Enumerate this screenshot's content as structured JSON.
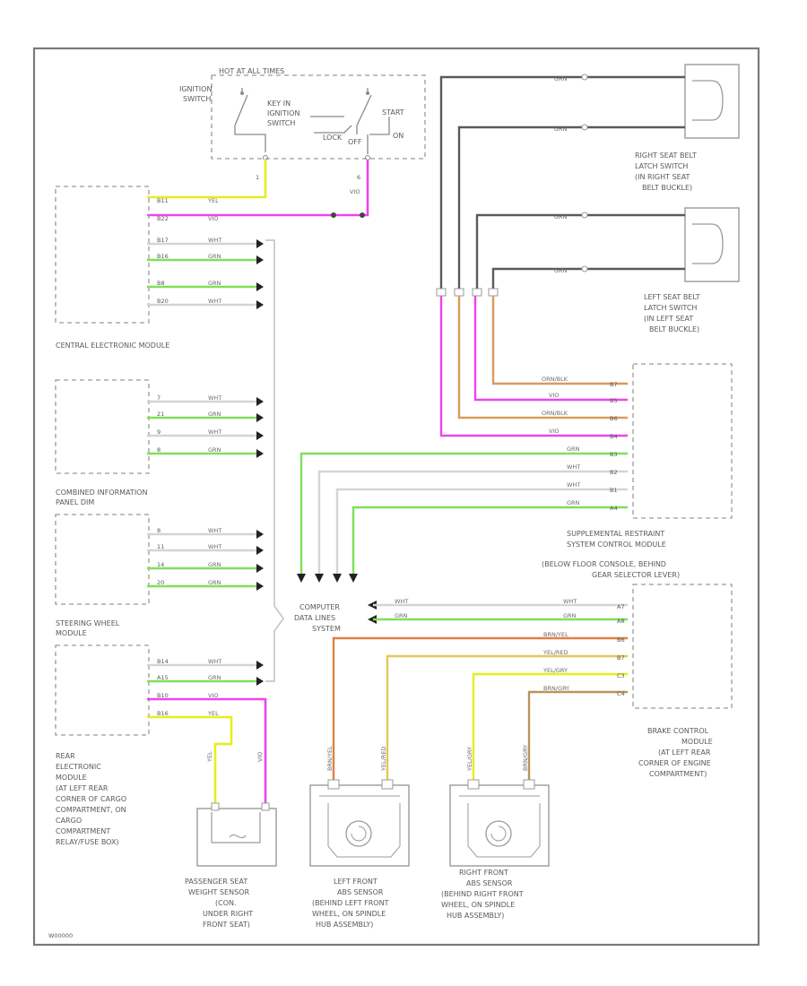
{
  "components": {
    "ignition": {
      "header": "HOT AT ALL TIMES",
      "switch_label": [
        "IGNITION",
        "SWITCH"
      ],
      "key_in": [
        "KEY IN",
        "IGNITION",
        "SWITCH"
      ],
      "lock": "LOCK",
      "start": "START",
      "on": "ON",
      "off": "OFF",
      "pin_left": "1",
      "pin_right": "6"
    },
    "central_module": {
      "label": [
        "CENTRAL ELECTRONIC MODULE"
      ],
      "pins": [
        {
          "pin": "B11",
          "color": "YEL"
        },
        {
          "pin": "B22",
          "color": "VIO"
        },
        {
          "pin": "B17",
          "color": "WHT"
        },
        {
          "pin": "B16",
          "color": "GRN"
        },
        {
          "pin": "B8",
          "color": "GRN"
        },
        {
          "pin": "B20",
          "color": "WHT"
        }
      ]
    },
    "cim": {
      "label": [
        "COMBINED INFORMATION",
        "PANEL DIM"
      ],
      "pins": [
        {
          "pin": "7",
          "color": "WHT"
        },
        {
          "pin": "21",
          "color": "GRN"
        },
        {
          "pin": "9",
          "color": "WHT"
        },
        {
          "pin": "8",
          "color": "GRN"
        }
      ]
    },
    "swm": {
      "label": [
        "STEERING WHEEL",
        "MODULE"
      ],
      "pins": [
        {
          "pin": "8",
          "color": "WHT"
        },
        {
          "pin": "11",
          "color": "WHT"
        },
        {
          "pin": "14",
          "color": "GRN"
        },
        {
          "pin": "20",
          "color": "GRN"
        }
      ]
    },
    "rem": {
      "label": [
        "REAR",
        "ELECTRONIC",
        "MODULE",
        "(AT LEFT REAR",
        "CORNER OF CARGO",
        "COMPARTMENT, ON",
        "CARGO",
        "COMPARTMENT",
        "RELAY/FUSE BOX)"
      ],
      "pins": [
        {
          "pin": "B14",
          "color": "WHT"
        },
        {
          "pin": "A15",
          "color": "GRN"
        },
        {
          "pin": "B10",
          "color": "VIO"
        },
        {
          "pin": "B16",
          "color": "YEL"
        }
      ]
    },
    "right_belt": {
      "label": [
        "RIGHT SEAT BELT",
        "LATCH SWITCH",
        "(IN RIGHT SEAT",
        "BELT BUCKLE)"
      ]
    },
    "left_belt": {
      "label": [
        "LEFT SEAT BELT",
        "LATCH SWITCH",
        "(IN LEFT SEAT",
        "BELT BUCKLE)"
      ]
    },
    "srs": {
      "label": [
        "SUPPLEMENTAL RESTRAINT",
        "SYSTEM CONTROL MODULE",
        "(BELOW FLOOR CONSOLE, BEHIND",
        "GEAR SELECTOR LEVER)"
      ],
      "pins": [
        {
          "pin": "B7",
          "color": "ORN/BLK"
        },
        {
          "pin": "B5",
          "color": "VIO"
        },
        {
          "pin": "B6",
          "color": "ORN/BLK"
        },
        {
          "pin": "B4",
          "color": "VIO"
        },
        {
          "pin": "B3",
          "color": "GRN"
        },
        {
          "pin": "B2",
          "color": "WHT"
        },
        {
          "pin": "B1",
          "color": "WHT"
        },
        {
          "pin": "A4",
          "color": "GRN"
        }
      ]
    },
    "cdl": {
      "label": [
        "COMPUTER",
        "DATA LINES",
        "SYSTEM"
      ]
    },
    "bcm": {
      "label": [
        "BRAKE CONTROL",
        "MODULE",
        "(AT LEFT REAR",
        "CORNER OF ENGINE",
        "COMPARTMENT)"
      ],
      "pins": [
        {
          "pin": "A7",
          "color": "WHT"
        },
        {
          "pin": "A8",
          "color": "GRN"
        },
        {
          "pin": "B6",
          "color": "BRN/YEL"
        },
        {
          "pin": "B7",
          "color": "YEL/RED"
        },
        {
          "pin": "C3",
          "color": "YEL/GRY"
        },
        {
          "pin": "C4",
          "color": "BRN/GRY"
        }
      ]
    },
    "pass_sensor": {
      "label": [
        "PASSENGER SEAT",
        "WEIGHT SENSOR",
        "(CON.",
        "UNDER RIGHT",
        "FRONT SEAT)"
      ]
    },
    "left_abs": {
      "label": [
        "LEFT FRONT",
        "ABS SENSOR",
        "(BEHIND LEFT FRONT",
        "WHEEL, ON SPINDLE",
        "HUB ASSEMBLY)"
      ],
      "wires": [
        "BRN/YEL",
        "YEL/RED"
      ]
    },
    "right_abs": {
      "label": [
        "RIGHT FRONT",
        "ABS SENSOR",
        "(BEHIND RIGHT FRONT",
        "WHEEL, ON SPINDLE",
        "HUB ASSEMBLY)"
      ],
      "wires": [
        "YEL/GRY",
        "BRN/GRY"
      ]
    }
  },
  "wire_labels": {
    "ign_yel": "YEL",
    "ign_vio": "VIO",
    "belt_wire": "GRN",
    "pass_yel": "YEL",
    "pass_vio": "VIO"
  },
  "footer_code": "W00000",
  "colors": {
    "yellow": "#e6ee1e",
    "violet": "#ee44ee",
    "green": "#7fe05a",
    "white": "#d4d4d4",
    "dark": "#5a5a5a",
    "orange": "#d99a5e",
    "orange_red": "#e08044",
    "yellow_orange": "#e6c55a",
    "brown": "#b9955e"
  }
}
